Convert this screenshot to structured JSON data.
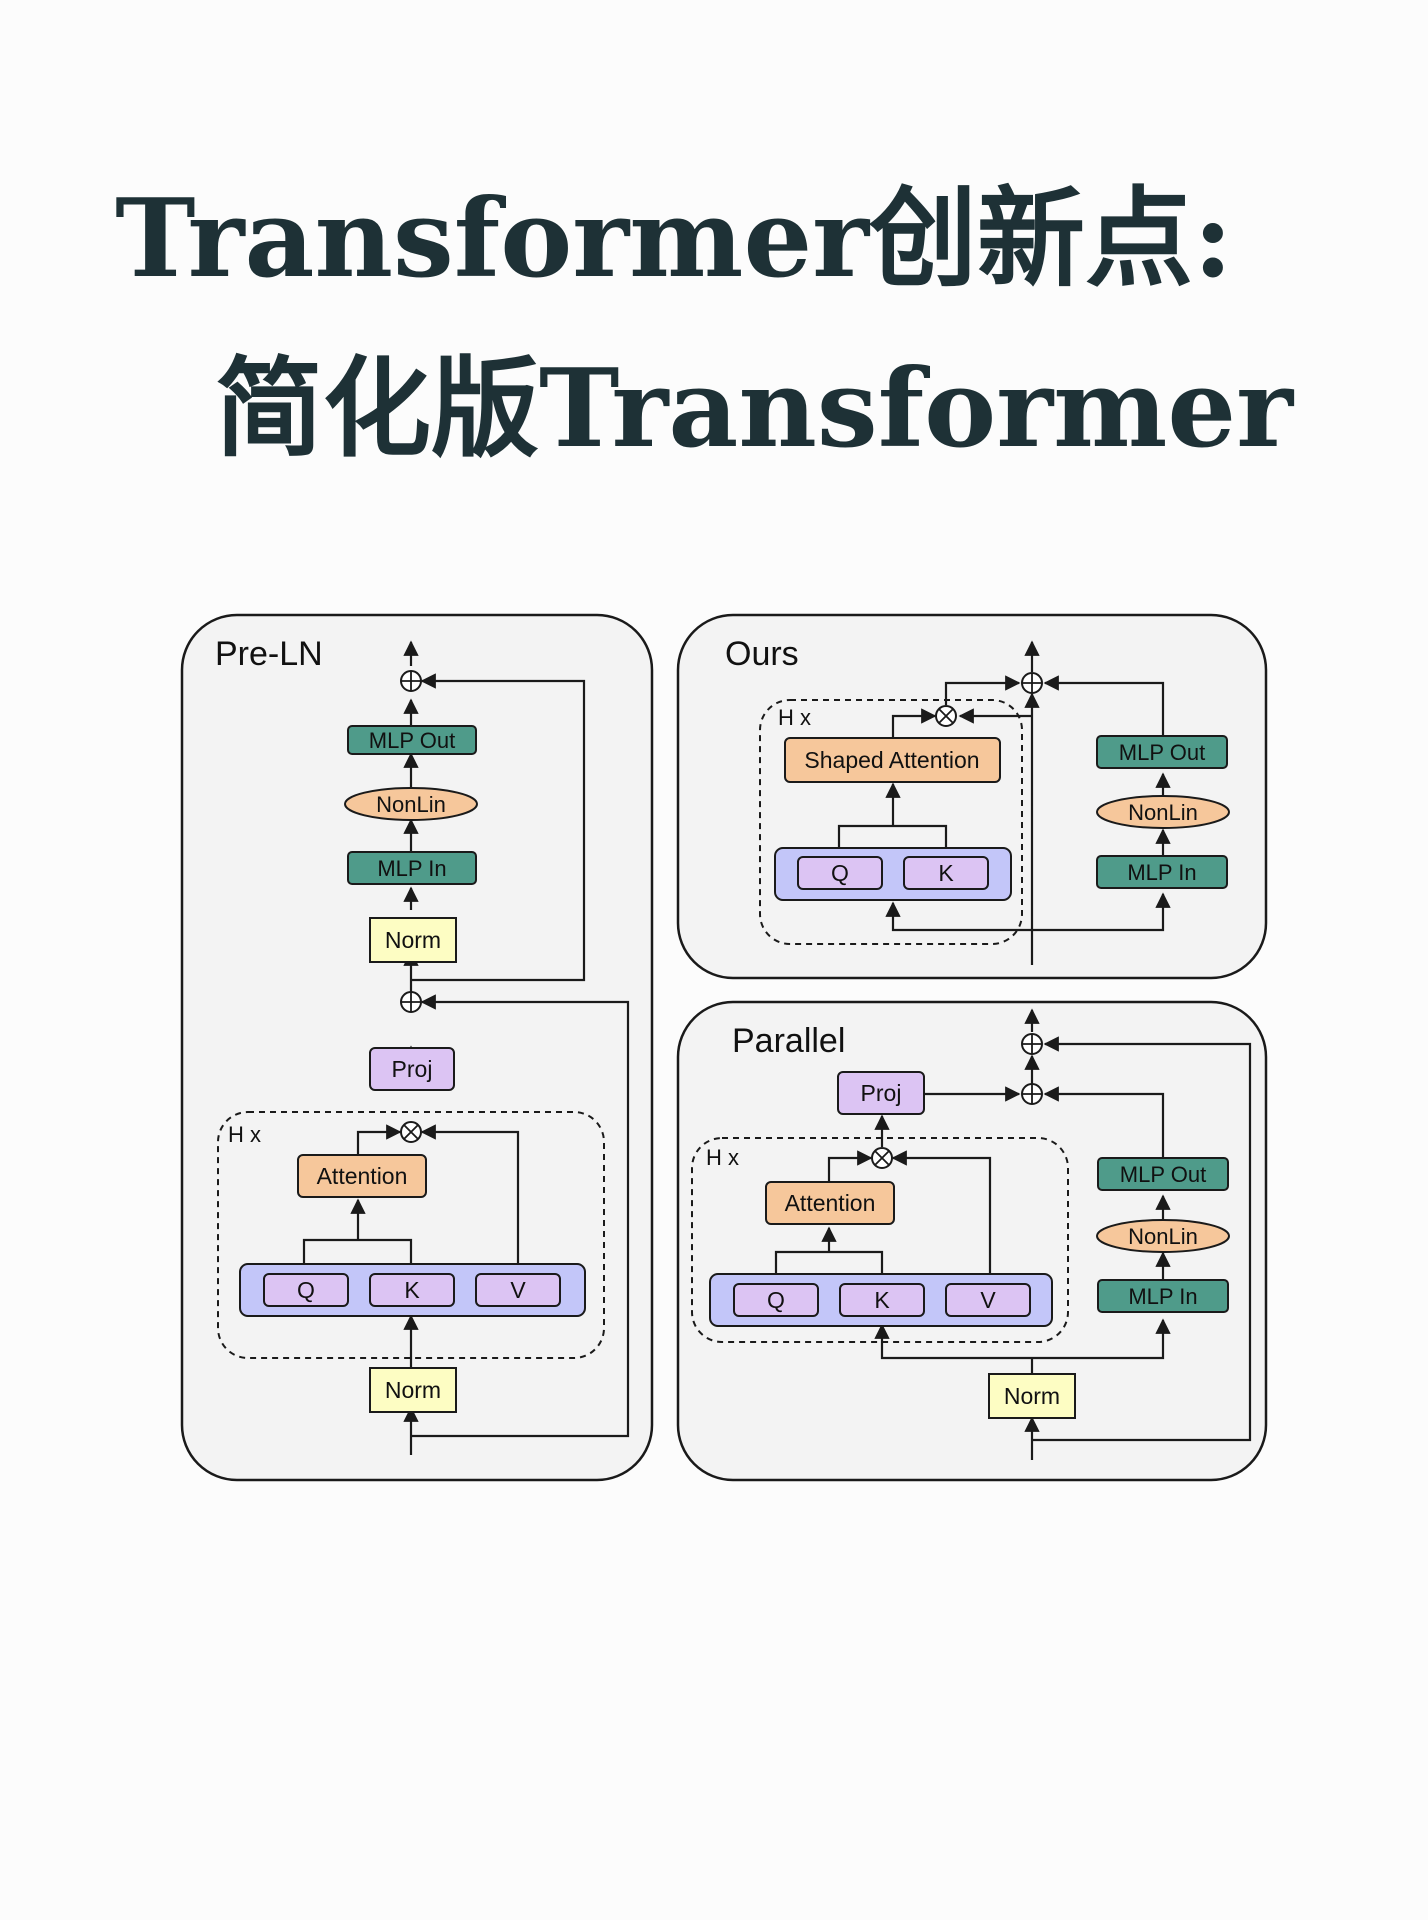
{
  "title": {
    "line1": "Transformer创新点:",
    "line2": "简化版Transformer"
  },
  "colors": {
    "mlp": "#4f9b8a",
    "nonlin": "#f6c79b",
    "attention": "#f6c79b",
    "proj": "#dcc4f3",
    "qkv_panel": "#c3c6f9",
    "qkv_item": "#dcc4f3",
    "norm": "#fdfdc3",
    "panel_bg": "#f3f3f3",
    "stroke": "#1a1a1a"
  },
  "panels": {
    "preln": {
      "title": "Pre-LN",
      "mlp_out": "MLP Out",
      "nonlin": "NonLin",
      "mlp_in": "MLP In",
      "norm_top": "Norm",
      "proj": "Proj",
      "heads": "H x",
      "attention": "Attention",
      "q": "Q",
      "k": "K",
      "v": "V",
      "norm_bottom": "Norm"
    },
    "ours": {
      "title": "Ours",
      "heads": "H x",
      "shaped_attention": "Shaped Attention",
      "q": "Q",
      "k": "K",
      "mlp_out": "MLP Out",
      "nonlin": "NonLin",
      "mlp_in": "MLP In"
    },
    "parallel": {
      "title": "Parallel",
      "proj": "Proj",
      "heads": "H x",
      "attention": "Attention",
      "q": "Q",
      "k": "K",
      "v": "V",
      "mlp_out": "MLP Out",
      "nonlin": "NonLin",
      "mlp_in": "MLP In",
      "norm": "Norm"
    }
  }
}
